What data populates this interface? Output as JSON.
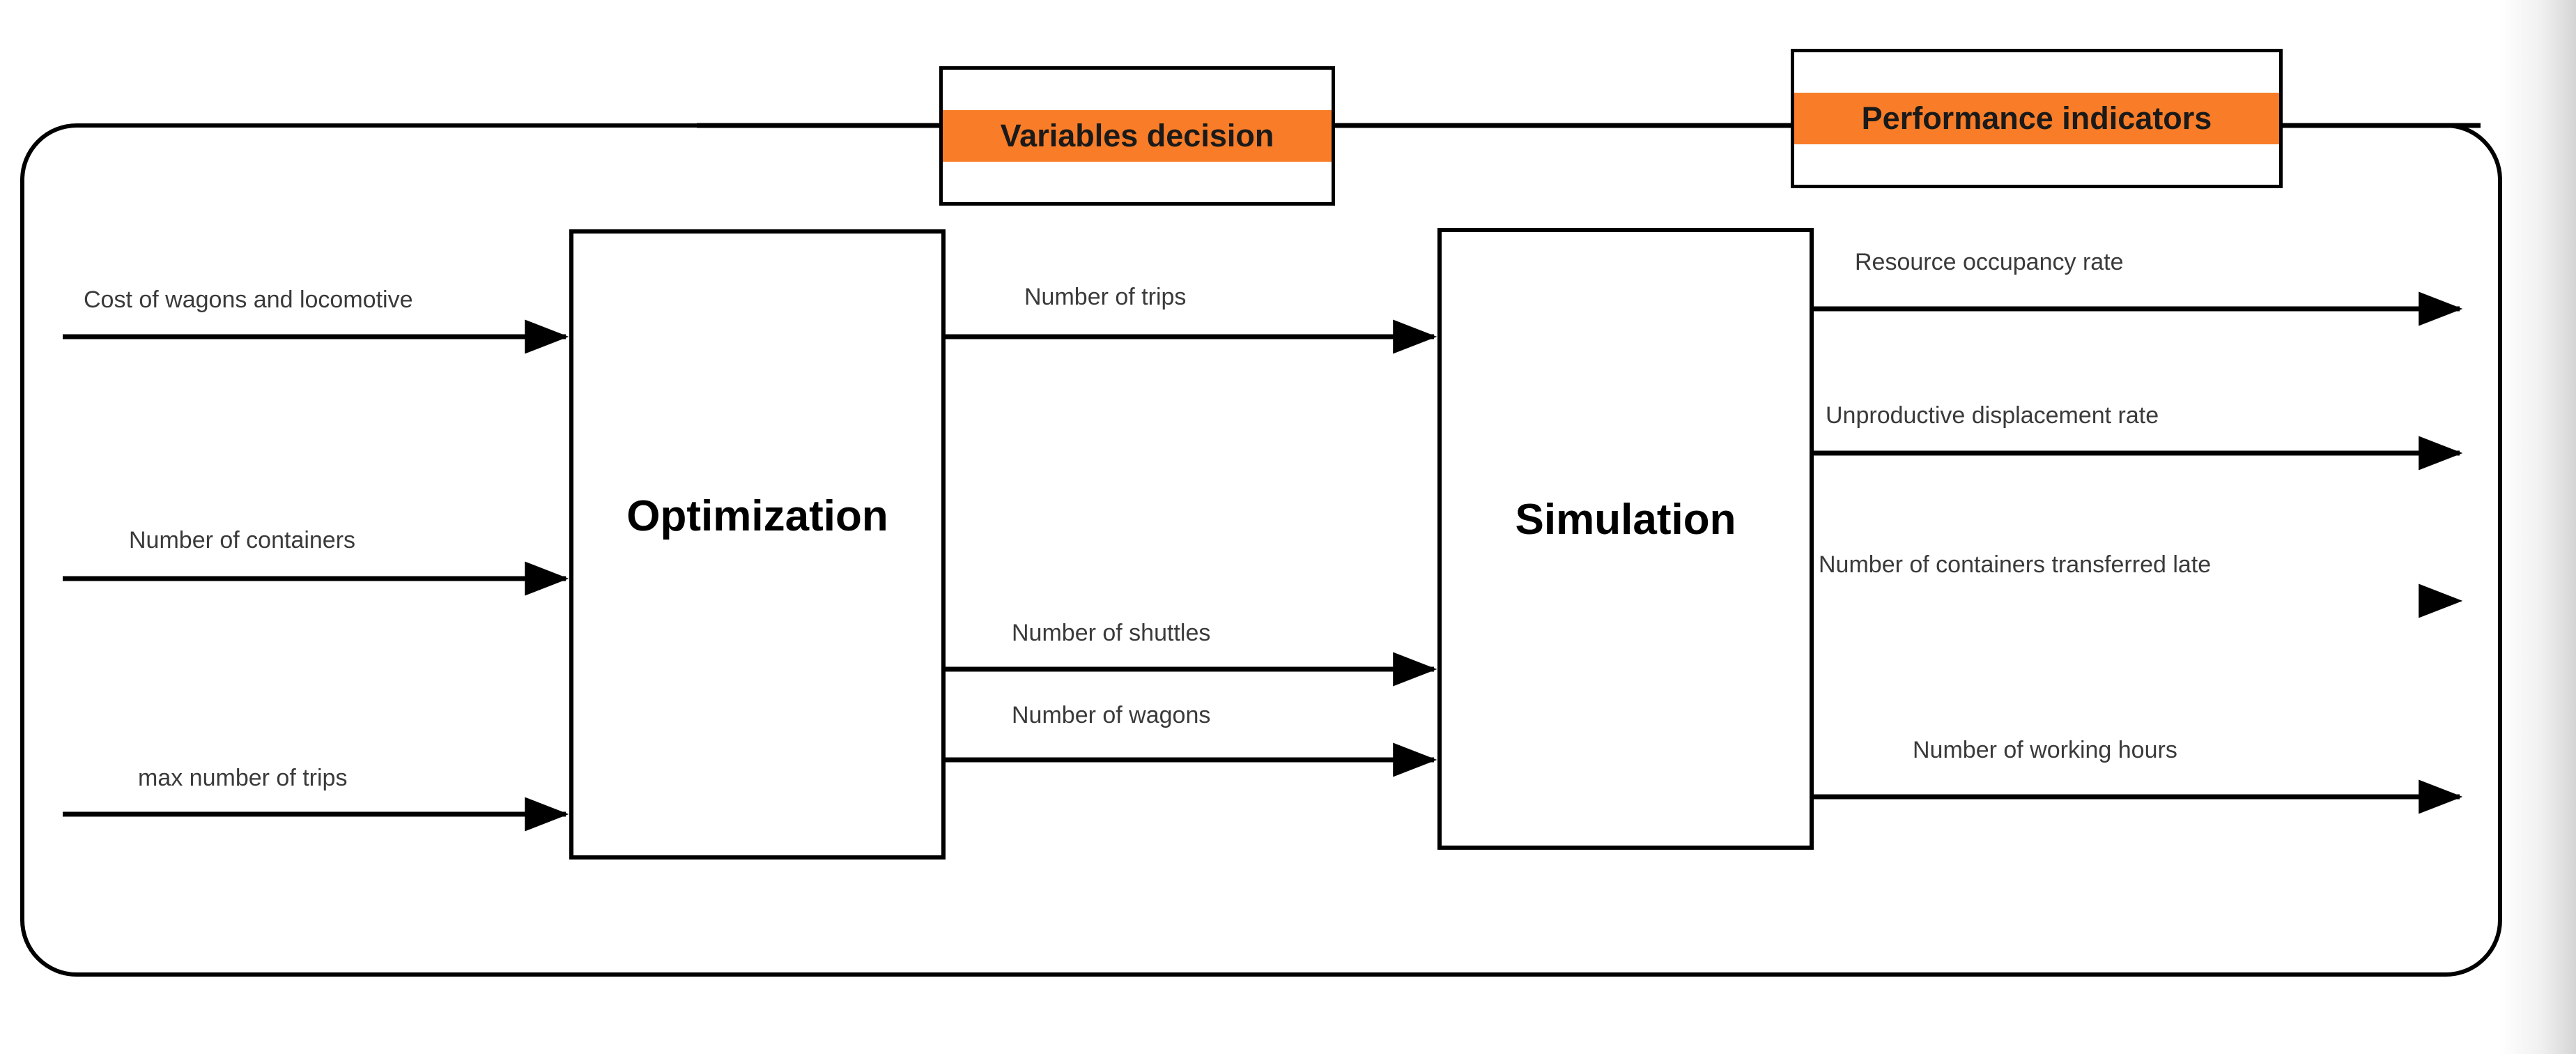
{
  "diagram": {
    "title_hidden": "",
    "banners": [
      {
        "id": "variables-decision",
        "label": "Variables decision",
        "color": "#F97D28"
      },
      {
        "id": "performance-indicators",
        "label": "Performance indicators",
        "color": "#F97D28"
      }
    ],
    "blocks": [
      {
        "id": "optimization",
        "label": "Optimization"
      },
      {
        "id": "simulation",
        "label": "Simulation"
      }
    ],
    "inputs": [
      {
        "id": "cost-of-wagons-and-locomotive",
        "label": "Cost of wagons and locomotive"
      },
      {
        "id": "number-of-containers",
        "label": "Number of containers"
      },
      {
        "id": "max-number-of-trips",
        "label": "max number of trips"
      }
    ],
    "decision_variables": [
      {
        "id": "number-of-trips",
        "label": "Number of trips"
      },
      {
        "id": "number-of-shuttles",
        "label": "Number of shuttles"
      },
      {
        "id": "number-of-wagons",
        "label": "Number of wagons"
      }
    ],
    "performance_indicators": [
      {
        "id": "resource-occupancy-rate",
        "label": "Resource occupancy rate"
      },
      {
        "id": "unproductive-displacement-rate",
        "label": "Unproductive displacement rate"
      },
      {
        "id": "number-of-containers-transferred-late",
        "label": "Number of containers transferred late"
      },
      {
        "id": "number-of-working-hours",
        "label": "Number of working hours"
      }
    ],
    "colors": {
      "accent": "#F97D28",
      "stroke": "#000000",
      "label_text": "#3a3a3a"
    }
  }
}
